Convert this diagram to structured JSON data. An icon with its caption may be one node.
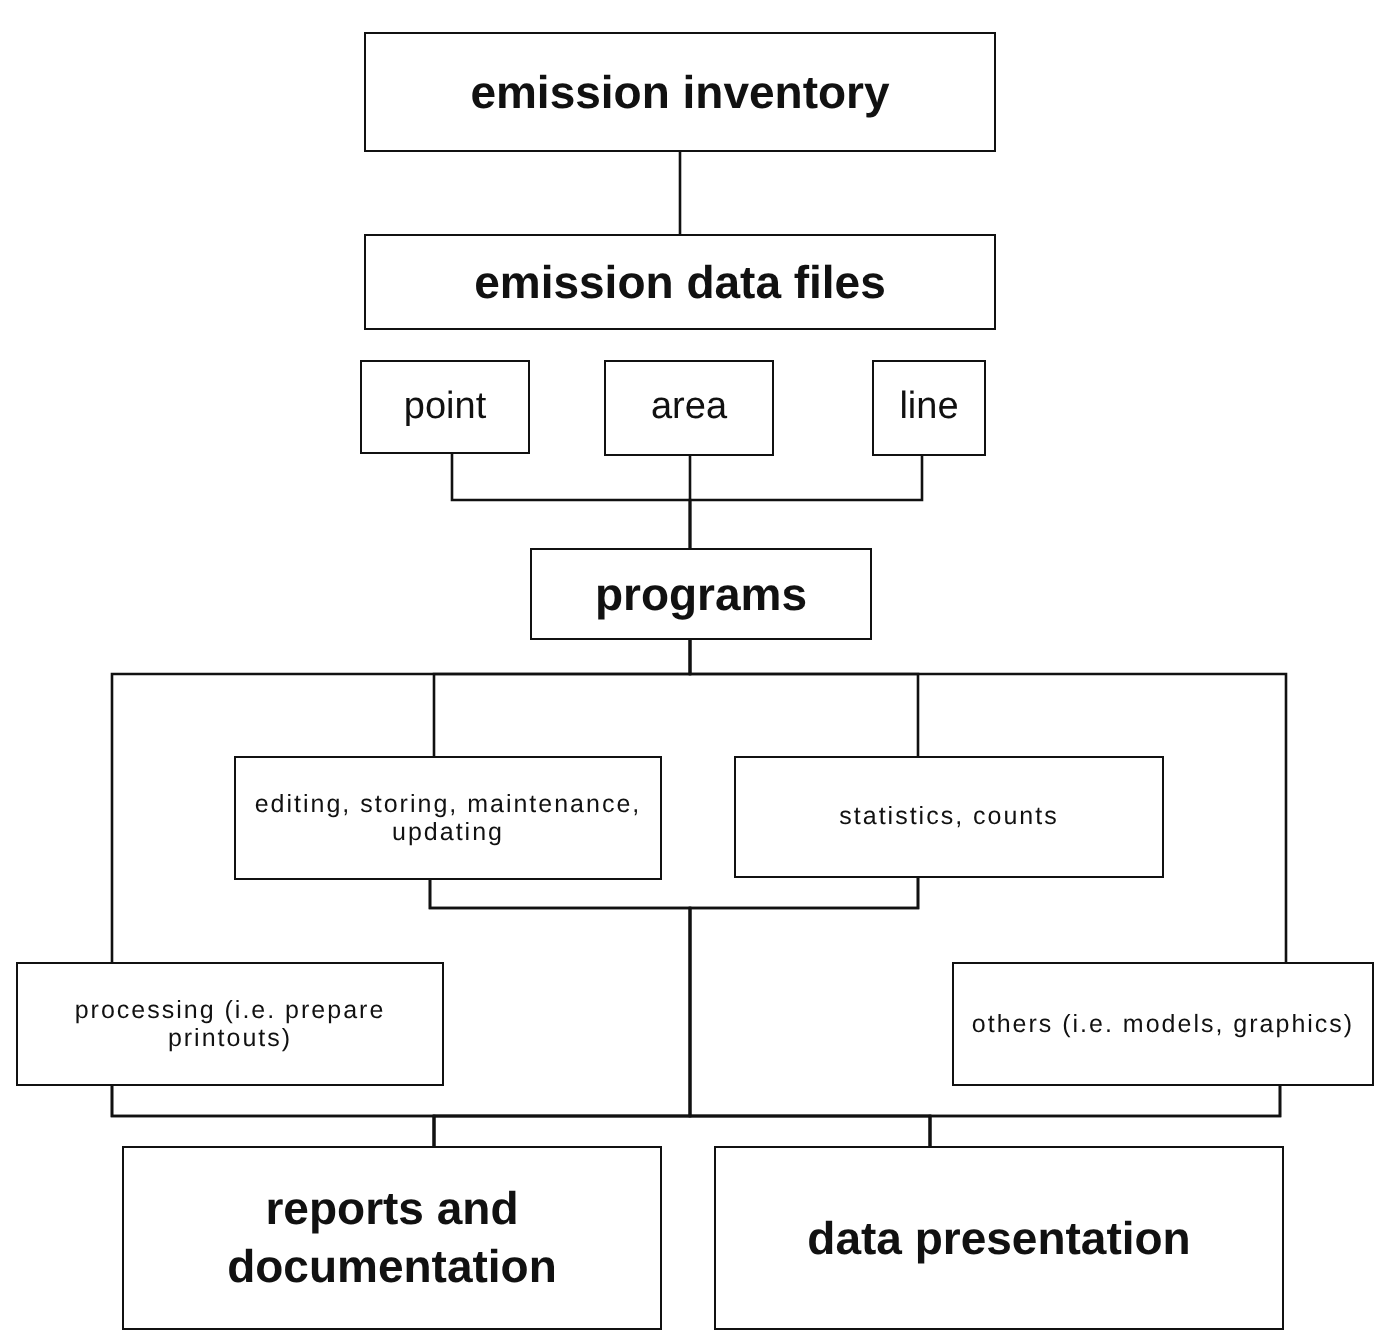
{
  "diagram": {
    "nodes": [
      {
        "text": [
          "emission inventory"
        ]
      },
      {
        "text": [
          "emission data files"
        ]
      },
      {
        "text": [
          "point"
        ]
      },
      {
        "text": [
          "area"
        ]
      },
      {
        "text": [
          "line"
        ]
      },
      {
        "text": [
          "programs"
        ]
      },
      {
        "text": [
          "editing, storing, maintenance, updating"
        ]
      },
      {
        "text": [
          "statistics, counts"
        ]
      },
      {
        "text": [
          "processing (i.e. prepare printouts)"
        ]
      },
      {
        "text": [
          "others (i.e. models, graphics)"
        ]
      },
      {
        "text": [
          "reports and documentation"
        ]
      },
      {
        "text": [
          "data presentation"
        ]
      }
    ],
    "edges": [
      {
        "from": 0,
        "to": 1,
        "arrow": "none"
      },
      {
        "from": 2,
        "to": 5,
        "arrow": "none"
      },
      {
        "from": 3,
        "to": 5,
        "arrow": "none"
      },
      {
        "from": 4,
        "to": 5,
        "arrow": "none"
      },
      {
        "from": 5,
        "to": 6,
        "arrow": "none"
      },
      {
        "from": 5,
        "to": 7,
        "arrow": "none"
      },
      {
        "from": 5,
        "to": 8,
        "arrow": "none"
      },
      {
        "from": 5,
        "to": 9,
        "arrow": "none"
      },
      {
        "from": 6,
        "to": 10,
        "arrow": "none"
      },
      {
        "from": 7,
        "to": 10,
        "arrow": "none"
      },
      {
        "from": 6,
        "to": 11,
        "arrow": "none"
      },
      {
        "from": 7,
        "to": 11,
        "arrow": "none"
      },
      {
        "from": 8,
        "to": 10,
        "arrow": "none"
      },
      {
        "from": 9,
        "to": 10,
        "arrow": "none"
      },
      {
        "from": 8,
        "to": 11,
        "arrow": "none"
      },
      {
        "from": 9,
        "to": 11,
        "arrow": "none"
      }
    ]
  }
}
